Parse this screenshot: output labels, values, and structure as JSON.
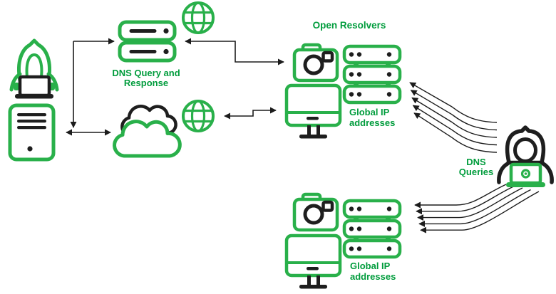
{
  "labels": {
    "dns_exchange": {
      "line1": "DNS Query and",
      "line2": "Response"
    },
    "open_resolvers": "Open Resolvers",
    "global_ip_top": {
      "line1": "Global IP",
      "line2": "addresses"
    },
    "global_ip_bottom": {
      "line1": "Global IP",
      "line2": "addresses"
    },
    "dns_queries": {
      "line1": "DNS",
      "line2": "Queries"
    }
  },
  "colors": {
    "icon_green": "#29B04A",
    "text_green": "#009C3C",
    "icon_black": "#1E1E1E",
    "arrow_black": "#1C1C1C",
    "background": "#FFFFFF"
  },
  "icons": {
    "victim_attacker": "hooded-hacker-with-laptop",
    "victim_server": "tower-server",
    "dns_server": "server-stack-2u",
    "internet_top": "globe",
    "internet_bottom": "globe",
    "cloud_service": "double-cloud",
    "resolver_camera_top": "webcam-camera",
    "resolver_rack_top": "server-rack-3u",
    "resolver_monitor_top": "desktop-monitor",
    "resolver_camera_bottom": "webcam-camera",
    "resolver_rack_bottom": "server-rack-3u",
    "resolver_monitor_bottom": "desktop-monitor",
    "botmaster": "hooded-hacker-with-laptop"
  }
}
